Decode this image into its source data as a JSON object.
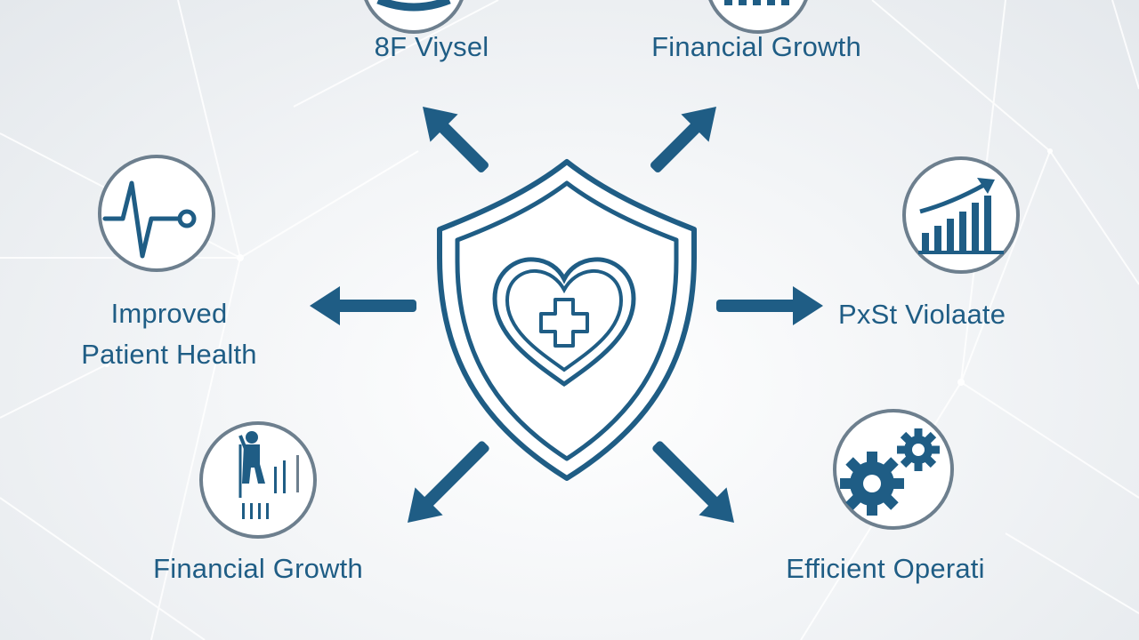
{
  "colors": {
    "primary": "#1f5d85",
    "primary_dark": "#174a6c",
    "circle_border": "#6d7f8e",
    "network_line": "#ffffff",
    "background": "#eef1f4"
  },
  "center": {
    "icon": "shield-heart-cross-icon"
  },
  "nodes": [
    {
      "id": "top-left",
      "label": "8F Viysel",
      "icon": "partial-circle-icon"
    },
    {
      "id": "top-right",
      "label": "Financial Growth",
      "icon": "partial-bar-icon"
    },
    {
      "id": "left",
      "label_lines": [
        "Improved",
        "Patient Health"
      ],
      "icon": "heartbeat-stethoscope-icon"
    },
    {
      "id": "right",
      "label": "PxSt Violaate",
      "icon": "growth-bar-chart-icon"
    },
    {
      "id": "bottom-left",
      "label": "Financial Growth",
      "icon": "person-growth-icon"
    },
    {
      "id": "bottom-right",
      "label": "Efficient Operati",
      "icon": "gears-icon"
    }
  ]
}
